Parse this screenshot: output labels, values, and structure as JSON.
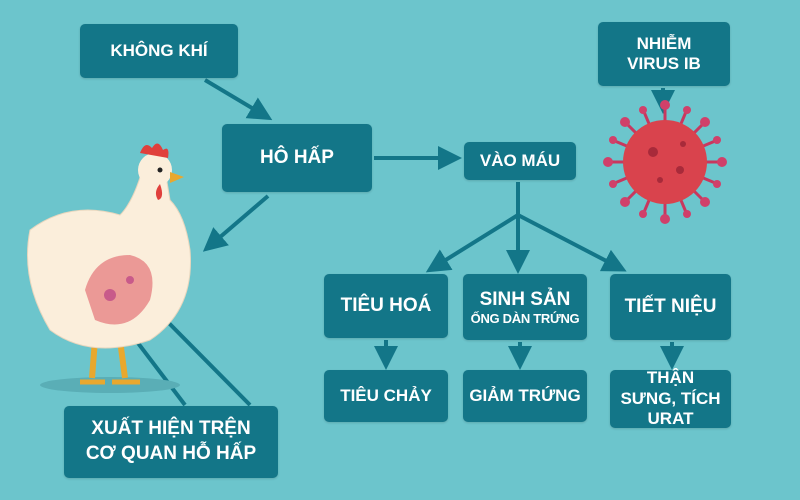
{
  "nodes": {
    "air": "KHÔNG KHÍ",
    "infection": "NHIỄM VIRUS IB",
    "respiratory": "HÔ HẤP",
    "blood": "VÀO MÁU",
    "digestive": "TIÊU HOÁ",
    "reproductive": "SINH SẢN",
    "reproductive_sub": "ỐNG DÀN TRỨNG",
    "urinary": "TIẾT NIỆU",
    "diarrhea": "TIÊU CHẢY",
    "egg_drop": "GIẢM TRỨNG",
    "kidney": "THẬN SƯNG, TÍCH URAT",
    "lesion": "XUẤT HIỆN TRỆN CƠ QUAN HỖ HẤP"
  },
  "colors": {
    "background": "#6cc5cc",
    "box": "#137688",
    "virus": "#d9434d"
  }
}
